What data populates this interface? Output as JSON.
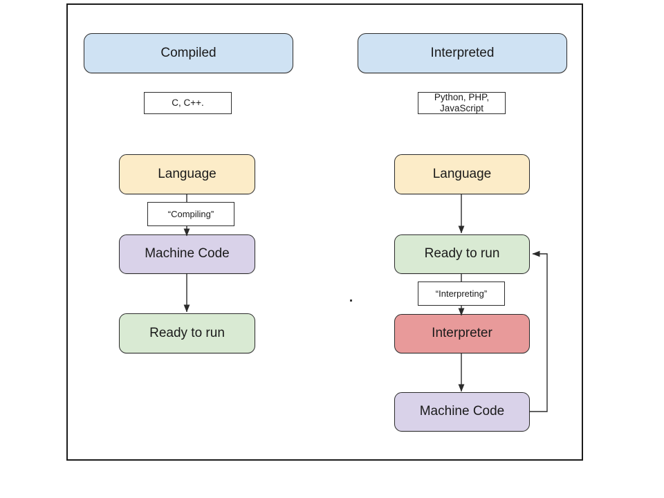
{
  "diagram": {
    "title_compiled": "Compiled",
    "title_interpreted": "Interpreted",
    "left_column": {
      "header": "Compiled",
      "languages": "C, C++.",
      "languages_ghost": "",
      "nodes": [
        {
          "label": "Language",
          "color": "#fcecc8"
        },
        {
          "label": "Machine Code",
          "color": "#d9d2e9"
        },
        {
          "label": "Ready to run",
          "color": "#d9ead3"
        }
      ],
      "edge_labels": [
        {
          "label": "“Compiling”"
        }
      ]
    },
    "right_column": {
      "header": "Interpreted",
      "languages": "Python, PHP,\nJavaScript",
      "languages_line1": "Python, PHP,",
      "languages_line2": "JavaScript",
      "nodes": [
        {
          "label": "Language",
          "color": "#fcecc8"
        },
        {
          "label": "Ready to run",
          "color": "#d9ead3"
        },
        {
          "label": "Interpreter",
          "color": "#e89a9a"
        },
        {
          "label": "Machine Code",
          "color": "#d9d2e9"
        }
      ],
      "edge_labels": [
        {
          "label": "“Interpreting”"
        }
      ]
    },
    "colors": {
      "header_blue": "#cfe2f3",
      "language_yellow": "#fcecc8",
      "machine_code_purple": "#d9d2e9",
      "ready_green": "#d9ead3",
      "interpreter_red": "#e89a9a",
      "stroke": "#2b2b2b",
      "frame": "#1a1a1a",
      "background": "#ffffff"
    }
  }
}
